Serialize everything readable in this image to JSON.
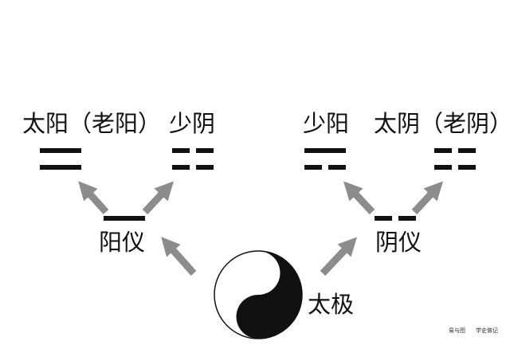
{
  "diagram": {
    "nodes": {
      "taiji": "太极",
      "yang_yi": "阳仪",
      "yin_yi": "阴仪",
      "tai_yang": "太阳（老阳）",
      "shao_yin": "少阴",
      "shao_yang": "少阳",
      "tai_yin": "太阴（老阴）"
    },
    "symbols": {
      "yang_yi": [
        "yang"
      ],
      "yin_yi": [
        "yin"
      ],
      "tai_yang": [
        "yang",
        "yang"
      ],
      "shao_yin": [
        "yin",
        "yin"
      ],
      "shao_yang": [
        "yang",
        "yin"
      ],
      "tai_yin": [
        "yin",
        "yin"
      ]
    },
    "colors": {
      "line": "#111111",
      "arrow": "#8c8c8c",
      "background": "#ffffff"
    },
    "taiji_icon": "yin-yang-icon"
  },
  "footer": {
    "left": "易与图",
    "right": "学史做记"
  }
}
